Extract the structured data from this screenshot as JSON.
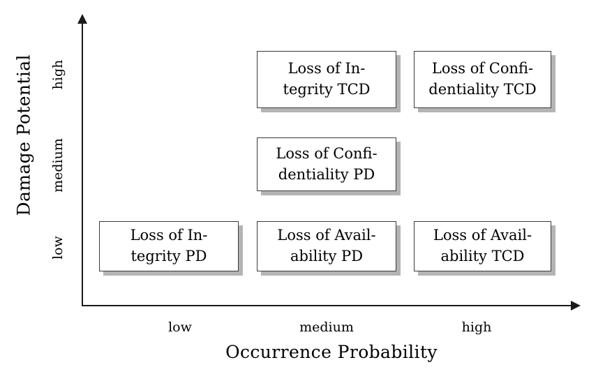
{
  "chart_data": {
    "type": "table",
    "title": "",
    "xlabel": "Occurrence Probability",
    "ylabel": "Damage Potential",
    "x_categories": [
      "low",
      "medium",
      "high"
    ],
    "y_categories": [
      "low",
      "medium",
      "high"
    ],
    "grid": false,
    "legend": "none",
    "axis_style": "arrow",
    "colors": {
      "box_fill": "#ffffff",
      "box_border": "#3a3a3a",
      "box_shadow": "#b4b4b4",
      "axis": "#1a1a1a",
      "text": "#000000"
    },
    "cells": [
      {
        "x": "medium",
        "y": "high",
        "label": "Loss of Integrity TCD",
        "line1": "Loss of In-",
        "line2": "tegrity TCD"
      },
      {
        "x": "high",
        "y": "high",
        "label": "Loss of Confidentiality TCD",
        "line1": "Loss of Confi-",
        "line2": "dentiality TCD"
      },
      {
        "x": "medium",
        "y": "medium",
        "label": "Loss of Confidentiality PD",
        "line1": "Loss of Confi-",
        "line2": "dentiality PD"
      },
      {
        "x": "low",
        "y": "low",
        "label": "Loss of Integrity PD",
        "line1": "Loss of In-",
        "line2": "tegrity PD"
      },
      {
        "x": "medium",
        "y": "low",
        "label": "Loss of Availability PD",
        "line1": "Loss of Avail-",
        "line2": "ability PD"
      },
      {
        "x": "high",
        "y": "low",
        "label": "Loss of Availability TCD",
        "line1": "Loss of Avail-",
        "line2": "ability TCD"
      }
    ]
  },
  "axes": {
    "y": {
      "title": "Damage Potential",
      "ticks": {
        "high": "high",
        "medium": "medium",
        "low": "low"
      }
    },
    "x": {
      "title": "Occurrence Probability",
      "ticks": {
        "low": "low",
        "medium": "medium",
        "high": "high"
      }
    }
  }
}
